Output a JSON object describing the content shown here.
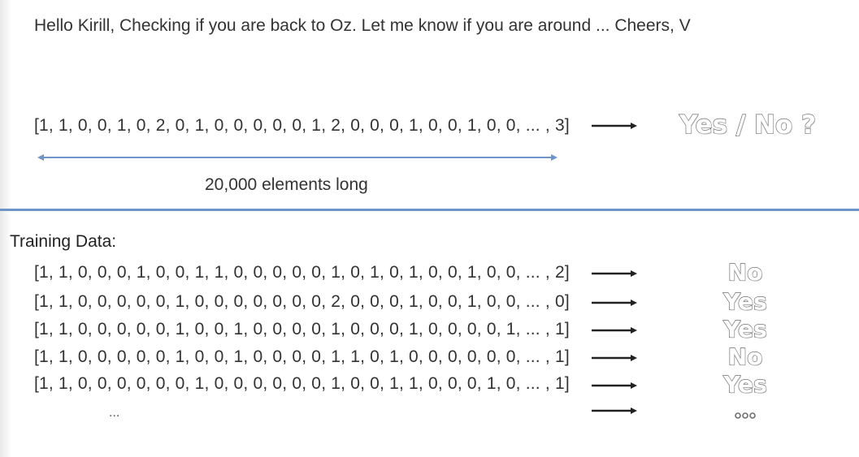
{
  "message": "Hello Kirill, Checking if you are back to Oz. Let me know if you are around ... Cheers, V",
  "query": {
    "sequence": "[1, 1, 0, 0, 1, 0, 2, 0, 1, 0, 0, 0, 0, 0, 1, 2, 0, 0, 0, 1, 0, 0, 1, 0, 0, ... , 3]",
    "answer": "Yes / No ?",
    "length_label": "20,000 elements long"
  },
  "training": {
    "title": "Training Data:",
    "rows": [
      {
        "sequence": "[1, 1, 0, 0, 0, 1, 0, 0, 1, 1, 0, 0, 0, 0, 0, 1, 0, 1, 0, 1, 0, 0, 1, 0, 0, ... , 2]",
        "label": "No"
      },
      {
        "sequence": "[1, 1, 0, 0, 0, 0, 0, 1, 0, 0, 0, 0, 0, 0, 0, 2, 0, 0, 0, 1, 0, 0, 1, 0, 0, ... , 0]",
        "label": "Yes"
      },
      {
        "sequence": "[1, 1, 0, 0, 0, 0, 0, 1, 0, 0, 1, 0, 0, 0, 0, 1, 0, 0, 0, 1, 0, 0, 0, 0, 1, ... , 1]",
        "label": "Yes"
      },
      {
        "sequence": "[1, 1, 0, 0, 0, 0, 0, 1, 0, 0, 1, 0, 0, 0, 0, 1, 1, 0, 1, 0, 0, 0, 0, 0, 0, ... , 1]",
        "label": "No"
      },
      {
        "sequence": "[1, 1, 0, 0, 0, 0, 0, 0, 1, 0, 0, 0, 0, 0, 0, 1, 0, 0, 1, 1, 0, 0, 0, 1, 0, ... , 1]",
        "label": "Yes"
      }
    ],
    "more_left": "...",
    "more_right": "ooo"
  },
  "colors": {
    "divider": "#6f94c8",
    "arrow": "#6f94c8",
    "text": "#333333"
  }
}
